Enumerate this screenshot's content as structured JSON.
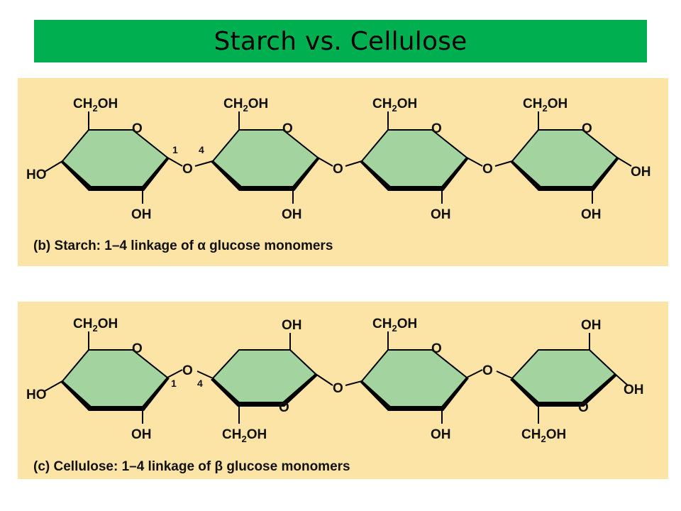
{
  "title": "Starch vs. Cellulose",
  "colors": {
    "title_bar": "#00b050",
    "panel_bg": "#fce4a6",
    "ring_fill": "#a3d4a0",
    "ring_edge": "#000000"
  },
  "labels": {
    "ch2oh_main": "CH",
    "ch2oh_sub": "2",
    "ch2oh_tail": "OH",
    "oh": "OH",
    "ho": "HO",
    "o": "O",
    "pos1": "1",
    "pos4": "4"
  },
  "starch": {
    "caption": "(b) Starch: 1–4 linkage of α glucose monomers"
  },
  "cellulose": {
    "caption": "(c) Cellulose: 1–4 linkage of β glucose monomers"
  }
}
